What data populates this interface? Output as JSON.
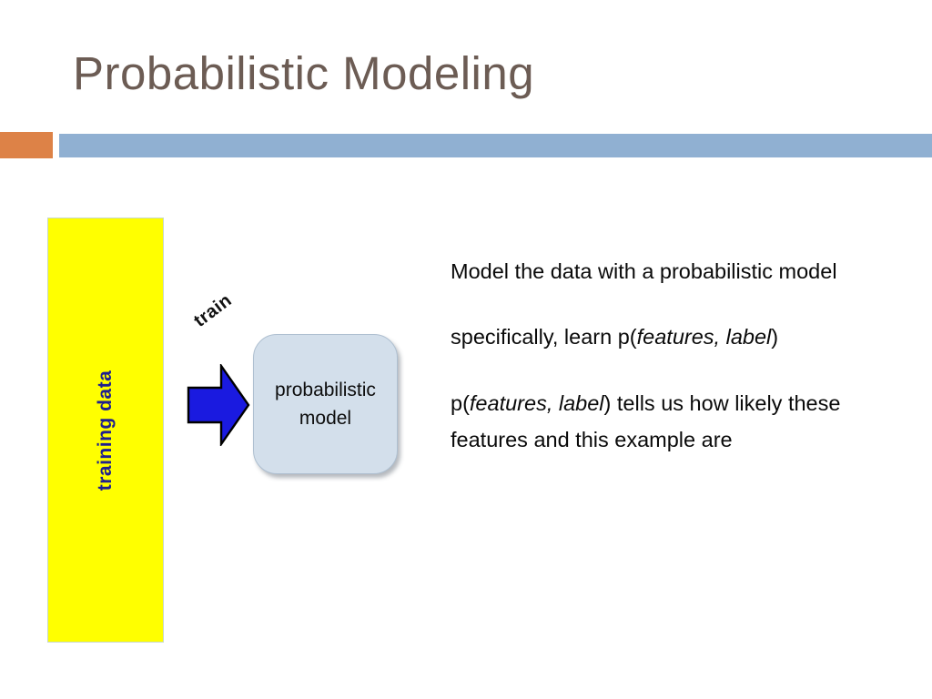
{
  "slide": {
    "title": "Probabilistic Modeling",
    "title_color": "#6c5c54",
    "background_color": "#ffffff"
  },
  "accents": {
    "square_color": "#dd8247",
    "bar_color": "#90b0d2"
  },
  "diagram": {
    "training_block": {
      "label": "training data",
      "fill_color": "#ffff00",
      "text_color": "#1f1f8f"
    },
    "arrow": {
      "label": "train",
      "fill_color": "#1a1ae0",
      "outline_color": "#000000",
      "direction": "right"
    },
    "model_box": {
      "line1": "probabilistic",
      "line2": "model",
      "label": "probabilistic model",
      "fill_color": "#d3dfeb",
      "text_color": "#0d0d0d"
    }
  },
  "body": {
    "paragraphs": [
      {
        "id": "p1",
        "segments": [
          {
            "text": "Model the data with a probabilistic model",
            "italic": false
          }
        ]
      },
      {
        "id": "p2",
        "segments": [
          {
            "text": "specifically, learn p(",
            "italic": false
          },
          {
            "text": "features, label",
            "italic": true
          },
          {
            "text": ")",
            "italic": false
          }
        ]
      },
      {
        "id": "p3",
        "segments": [
          {
            "text": "p(",
            "italic": false
          },
          {
            "text": "features, label",
            "italic": true
          },
          {
            "text": ") tells us how likely these features and this example are",
            "italic": false
          }
        ]
      }
    ]
  }
}
